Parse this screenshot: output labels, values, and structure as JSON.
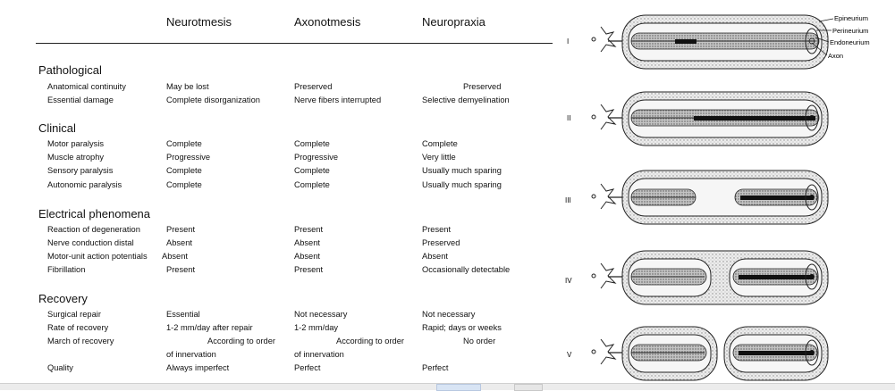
{
  "columns": [
    "Neurotmesis",
    "Axonotmesis",
    "Neuropraxia"
  ],
  "sections": [
    {
      "title": "Pathological",
      "rows": [
        {
          "label": "Anatomical continuity",
          "values": [
            "May be lost",
            "Preserved",
            "Preserved"
          ]
        },
        {
          "label": "Essential damage",
          "values": [
            "Complete disorganization",
            "Nerve fibers interrupted",
            "Selective demyelination"
          ]
        }
      ]
    },
    {
      "title": "Clinical",
      "rows": [
        {
          "label": "Motor paralysis",
          "values": [
            "Complete",
            "Complete",
            "Complete"
          ]
        },
        {
          "label": "Muscle atrophy",
          "values": [
            "Progressive",
            "Progressive",
            "Very little"
          ]
        },
        {
          "label": "Sensory paralysis",
          "values": [
            "Complete",
            "Complete",
            "Usually much sparing"
          ]
        },
        {
          "label": "Autonomic paralysis",
          "values": [
            "Complete",
            "Complete",
            "Usually much sparing"
          ]
        }
      ]
    },
    {
      "title": "Electrical phenomena",
      "rows": [
        {
          "label": "Reaction of degeneration",
          "values": [
            "Present",
            "Present",
            "Present"
          ]
        },
        {
          "label": "Nerve conduction distal",
          "values": [
            "Absent",
            "Absent",
            "Preserved"
          ]
        },
        {
          "label": "Motor-unit action potentials",
          "values": [
            "Absent",
            "Absent",
            "Absent"
          ]
        },
        {
          "label": "Fibrillation",
          "values": [
            "Present",
            "Present",
            "Occasionally detectable"
          ]
        }
      ]
    },
    {
      "title": "Recovery",
      "rows": [
        {
          "label": "Surgical repair",
          "values": [
            "Essential",
            "Not necessary",
            "Not necessary"
          ]
        },
        {
          "label": "Rate of recovery",
          "values": [
            "1-2 mm/day after repair",
            "1-2 mm/day",
            "Rapid; days or weeks"
          ]
        },
        {
          "label": "March of recovery",
          "values": [
            "According to order",
            "According to order",
            "No order"
          ]
        },
        {
          "label": "",
          "values": [
            "of innervation",
            "of innervation",
            ""
          ]
        },
        {
          "label": "Quality",
          "values": [
            "Always imperfect",
            "Perfect",
            "Perfect"
          ]
        }
      ]
    }
  ],
  "diagram": {
    "grades": [
      "I",
      "II",
      "III",
      "IV",
      "V"
    ],
    "layers": [
      "Epineurium",
      "Perineurium",
      "Endoneurium",
      "Axon"
    ]
  }
}
